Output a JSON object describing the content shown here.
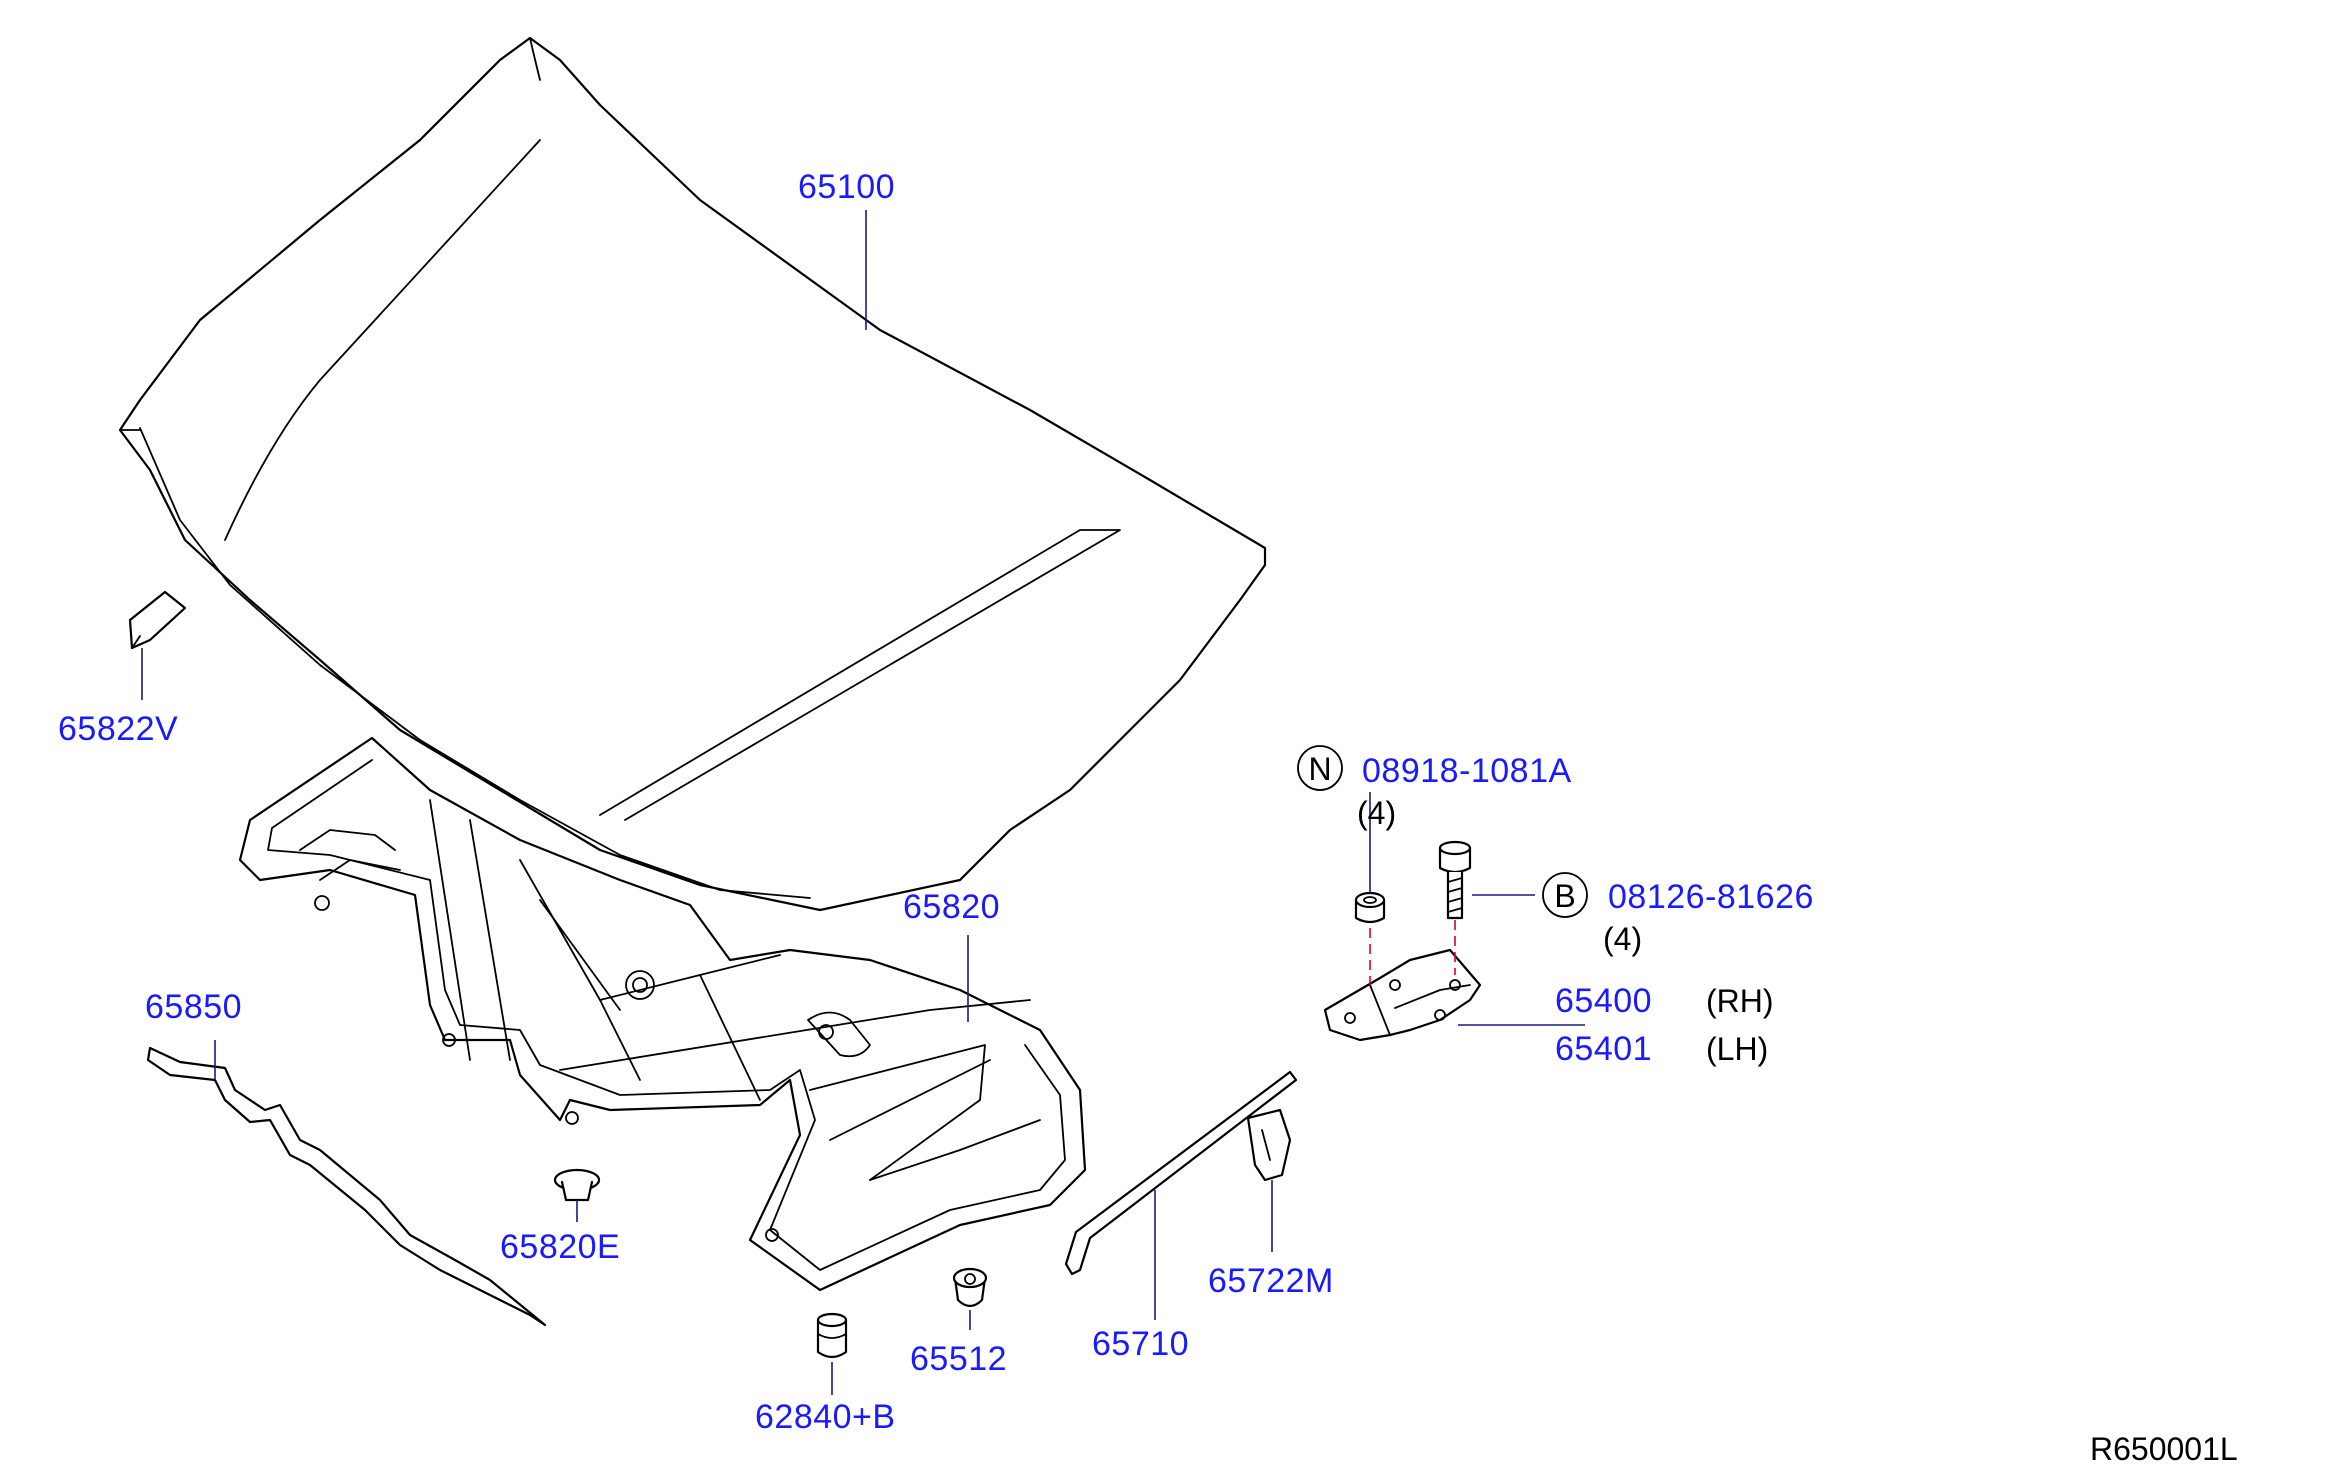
{
  "diagram_code": "R650001L",
  "colors": {
    "part_number": "#1a1aff",
    "line_art": "#000000",
    "hidden_line": "#e0001a"
  },
  "parts": {
    "hood": {
      "number": "65100"
    },
    "label_65822v": {
      "number": "65822V"
    },
    "hood_insulator": {
      "number": "65820"
    },
    "insulator_clip": {
      "number": "65820E"
    },
    "seal_strip": {
      "number": "65850"
    },
    "bumper_rubber": {
      "number": "62840+B"
    },
    "grommet": {
      "number": "65512"
    },
    "support_rod": {
      "number": "65710"
    },
    "rod_clip": {
      "number": "65722M"
    },
    "hinge_rh": {
      "number": "65400",
      "side": "(RH)"
    },
    "hinge_lh": {
      "number": "65401",
      "side": "(LH)"
    },
    "nut": {
      "symbol": "N",
      "number": "08918-1081A",
      "qty": "(4)"
    },
    "bolt": {
      "symbol": "B",
      "number": "08126-81626",
      "qty": "(4)"
    }
  }
}
